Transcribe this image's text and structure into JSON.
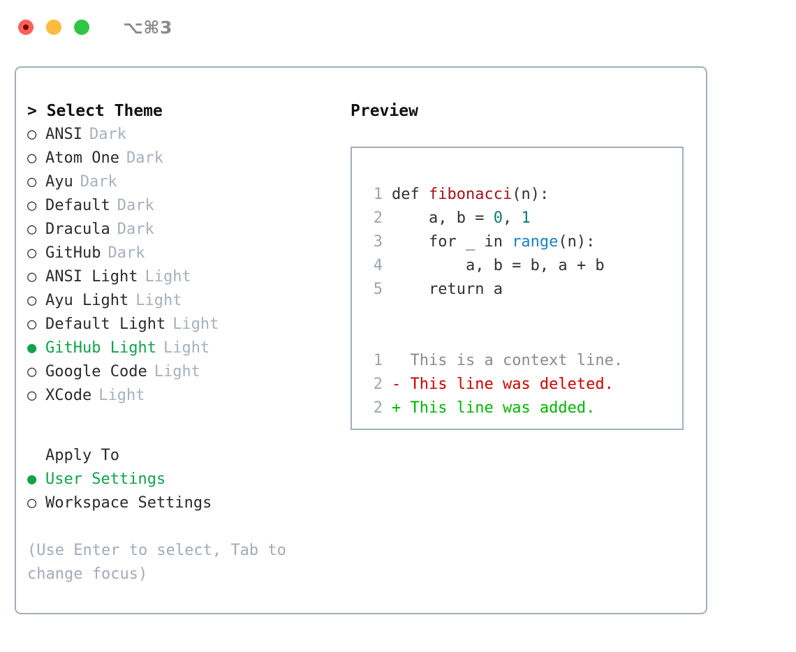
{
  "titlebar": {
    "shortcut": "⌥⌘3",
    "lights": [
      "close",
      "minimize",
      "maximize"
    ]
  },
  "theme_picker": {
    "header": "> Select Theme",
    "bullet_selected": "●",
    "bullet_unselected": "○",
    "items": [
      {
        "name": "ANSI",
        "tag": "Dark",
        "selected": false
      },
      {
        "name": "Atom One",
        "tag": "Dark",
        "selected": false
      },
      {
        "name": "Ayu",
        "tag": "Dark",
        "selected": false
      },
      {
        "name": "Default",
        "tag": "Dark",
        "selected": false
      },
      {
        "name": "Dracula",
        "tag": "Dark",
        "selected": false
      },
      {
        "name": "GitHub",
        "tag": "Dark",
        "selected": false
      },
      {
        "name": "ANSI Light",
        "tag": "Light",
        "selected": false
      },
      {
        "name": "Ayu Light",
        "tag": "Light",
        "selected": false
      },
      {
        "name": "Default Light",
        "tag": "Light",
        "selected": false
      },
      {
        "name": "GitHub Light",
        "tag": "Light",
        "selected": true
      },
      {
        "name": "Google Code",
        "tag": "Light",
        "selected": false
      },
      {
        "name": "XCode",
        "tag": "Light",
        "selected": false
      }
    ]
  },
  "apply_to": {
    "header": "Apply To",
    "items": [
      {
        "name": "User Settings",
        "selected": true
      },
      {
        "name": "Workspace Settings",
        "selected": false
      }
    ]
  },
  "hint": "(Use Enter to select, Tab to change focus)",
  "preview": {
    "title": "Preview",
    "code_lines": [
      {
        "num": "1",
        "segments": [
          {
            "text": "def ",
            "style": "plain"
          },
          {
            "text": "fibonacci",
            "style": "fn"
          },
          {
            "text": "(n):",
            "style": "plain"
          }
        ]
      },
      {
        "num": "2",
        "segments": [
          {
            "text": "    a, b = ",
            "style": "plain"
          },
          {
            "text": "0",
            "style": "num"
          },
          {
            "text": ", ",
            "style": "plain"
          },
          {
            "text": "1",
            "style": "num"
          }
        ]
      },
      {
        "num": "3",
        "segments": [
          {
            "text": "    for _ in ",
            "style": "plain"
          },
          {
            "text": "range",
            "style": "call"
          },
          {
            "text": "(n):",
            "style": "plain"
          }
        ]
      },
      {
        "num": "4",
        "segments": [
          {
            "text": "        a, b = b, a + b",
            "style": "plain"
          }
        ]
      },
      {
        "num": "5",
        "segments": [
          {
            "text": "    return a",
            "style": "plain"
          }
        ]
      }
    ],
    "diff_lines": [
      {
        "num": "1",
        "marker": " ",
        "text": "This is a context line.",
        "kind": "context"
      },
      {
        "num": "2",
        "marker": "-",
        "text": "This line was deleted.",
        "kind": "deleted"
      },
      {
        "num": "2",
        "marker": "+",
        "text": "This line was added.",
        "kind": "added"
      }
    ]
  },
  "colors": {
    "accent_green": "#11a24a",
    "diff_add": "#00b500",
    "diff_del": "#cc0000",
    "border": "#a3adbb",
    "muted": "#a7b0bc",
    "keyword_fn": "#a3121a",
    "number": "#0b7a75",
    "call": "#1d7fc0"
  }
}
